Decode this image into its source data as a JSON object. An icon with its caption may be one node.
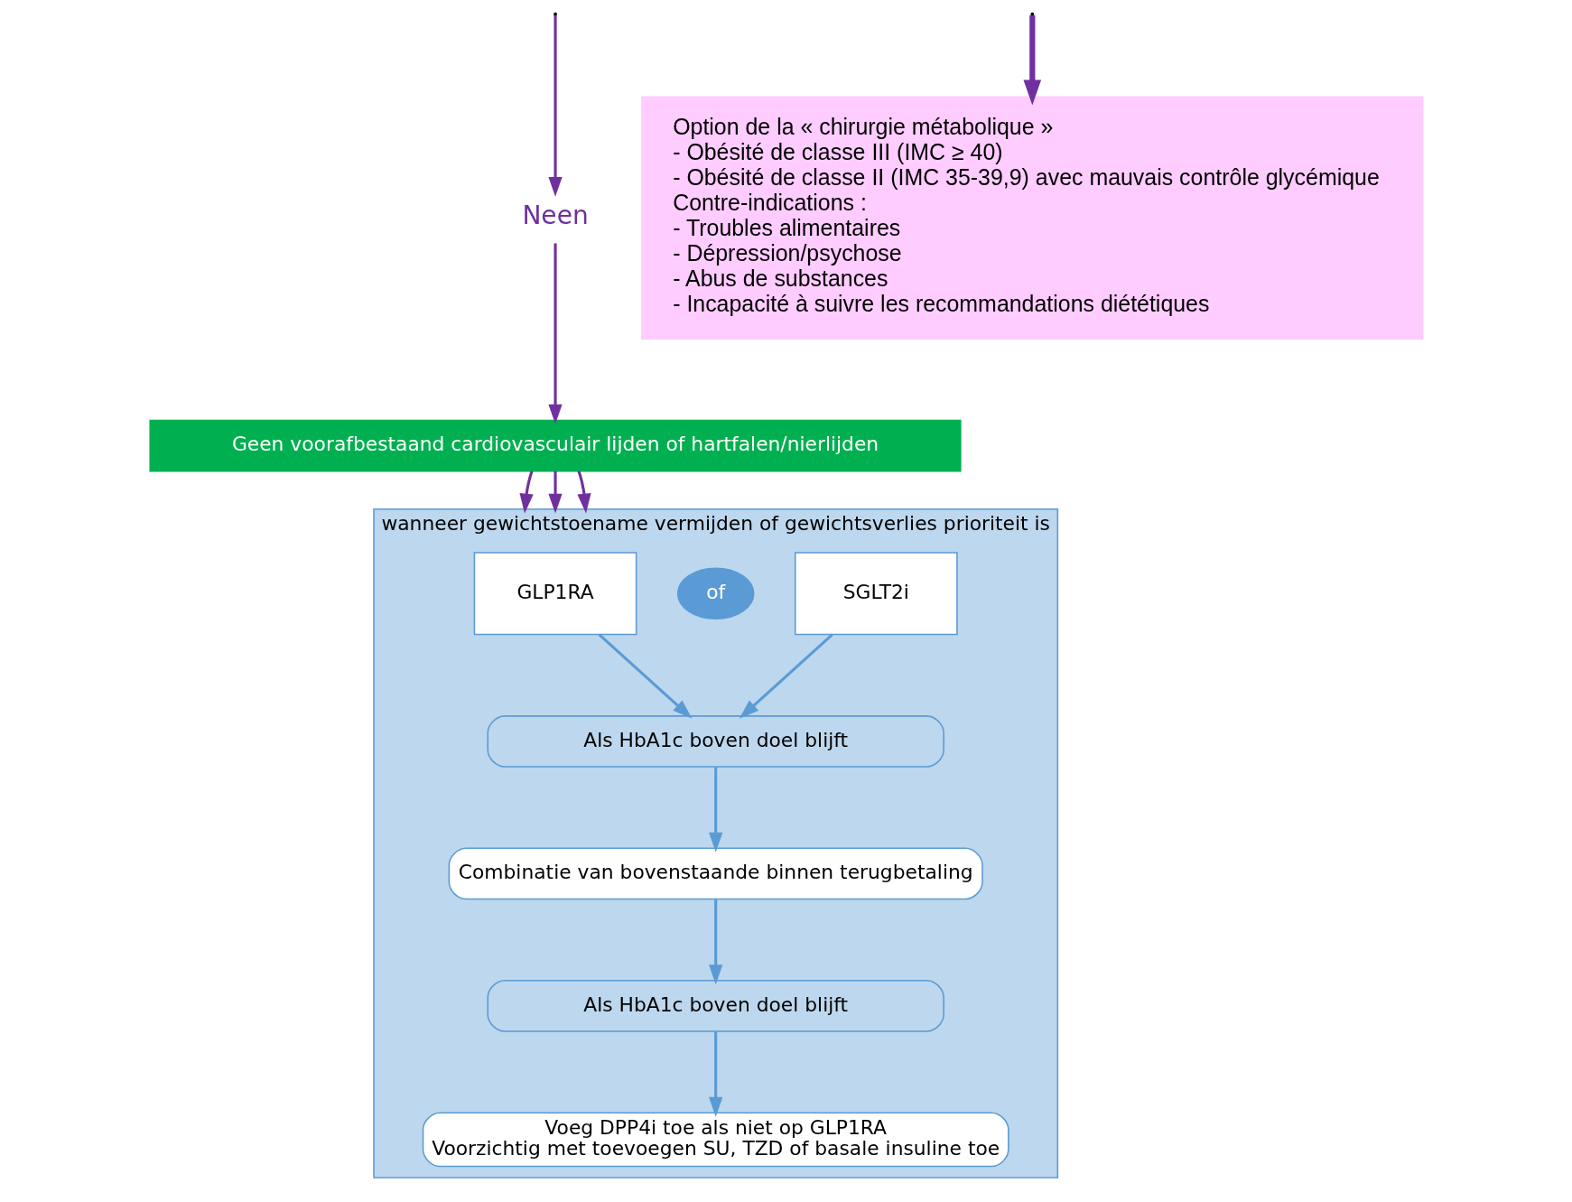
{
  "diagram": {
    "nodes": [
      {
        "text": [
          "Neen"
        ]
      },
      {
        "text": [
          "Geen voorafbestaand cardiovasculair lijden of hartfalen/nierlijden"
        ]
      },
      {
        "text": [
          "Option de la « chirurgie métabolique »",
          "- Obésité de classe III (IMC ≥ 40)",
          "- Obésité de classe II (IMC 35-39,9) avec mauvais contrôle glycémique",
          "Contre-indications :",
          "- Troubles alimentaires",
          "- Dépression/psychose",
          "- Abus de substances",
          "- Incapacité à suivre les recommandations diététiques"
        ]
      },
      {
        "text": [
          "wanneer gewichtstoename vermijden of gewichtsverlies prioriteit is"
        ]
      },
      {
        "text": [
          "GLP1RA"
        ],
        "in": 3
      },
      {
        "text": [
          "of"
        ],
        "in": 3
      },
      {
        "text": [
          "SGLT2i"
        ],
        "in": 3
      },
      {
        "text": [
          "Als HbA1c boven doel blijft"
        ],
        "in": 3
      },
      {
        "text": [
          "Combinatie van bovenstaande binnen terugbetaling"
        ],
        "in": 3
      },
      {
        "text": [
          "Als HbA1c boven doel blijft"
        ],
        "in": 3
      },
      {
        "text": [
          "Voeg DPP4i toe als niet op GLP1RA",
          "Voorzichtig met toevoegen SU, TZD of basale insuline toe"
        ],
        "in": 3
      }
    ],
    "edges": [
      {
        "from": null,
        "to": 0,
        "arrow": "to",
        "color": "#7030a0"
      },
      {
        "from": 0,
        "to": 1,
        "arrow": "to",
        "color": "#7030a0"
      },
      {
        "from": 1,
        "to": 3,
        "arrow": "to"
      },
      {
        "from": 1,
        "to": 3,
        "arrow": "to"
      },
      {
        "from": 1,
        "to": 3,
        "arrow": "to"
      },
      {
        "from": null,
        "to": 2,
        "arrow": "to",
        "style": "thick",
        "color": "#7030a0"
      },
      {
        "from": 4,
        "to": 7,
        "arrow": "to",
        "color": "#5b9bd5"
      },
      {
        "from": 6,
        "to": 7,
        "arrow": "to",
        "color": "#5b9bd5"
      },
      {
        "from": 7,
        "to": 8,
        "arrow": "to",
        "color": "#5b9bd5"
      },
      {
        "from": 8,
        "to": 9,
        "arrow": "to",
        "color": "#5b9bd5"
      },
      {
        "from": 9,
        "to": 10,
        "arrow": "to",
        "color": "#5b9bd5"
      }
    ]
  }
}
